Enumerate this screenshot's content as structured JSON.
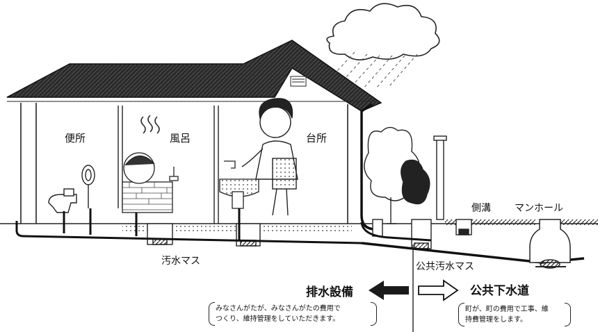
{
  "labels": {
    "toilet": "便所",
    "bath": "風呂",
    "kitchen": "台所",
    "side_ditch": "側溝",
    "manhole": "マンホール",
    "sewage_basin": "汚水マス",
    "public_sewage_basin": "公共汚水マス"
  },
  "sections": {
    "drainage": {
      "title": "排水設備",
      "note_line1": "みなさんがたが、みなさんがたの費用で",
      "note_line2": "つくり、維持管理をしていただきます。"
    },
    "public_sewer": {
      "title": "公共下水道",
      "note_line1": "町が、町の費用で工事、維",
      "note_line2": "持費管理をします。"
    }
  }
}
